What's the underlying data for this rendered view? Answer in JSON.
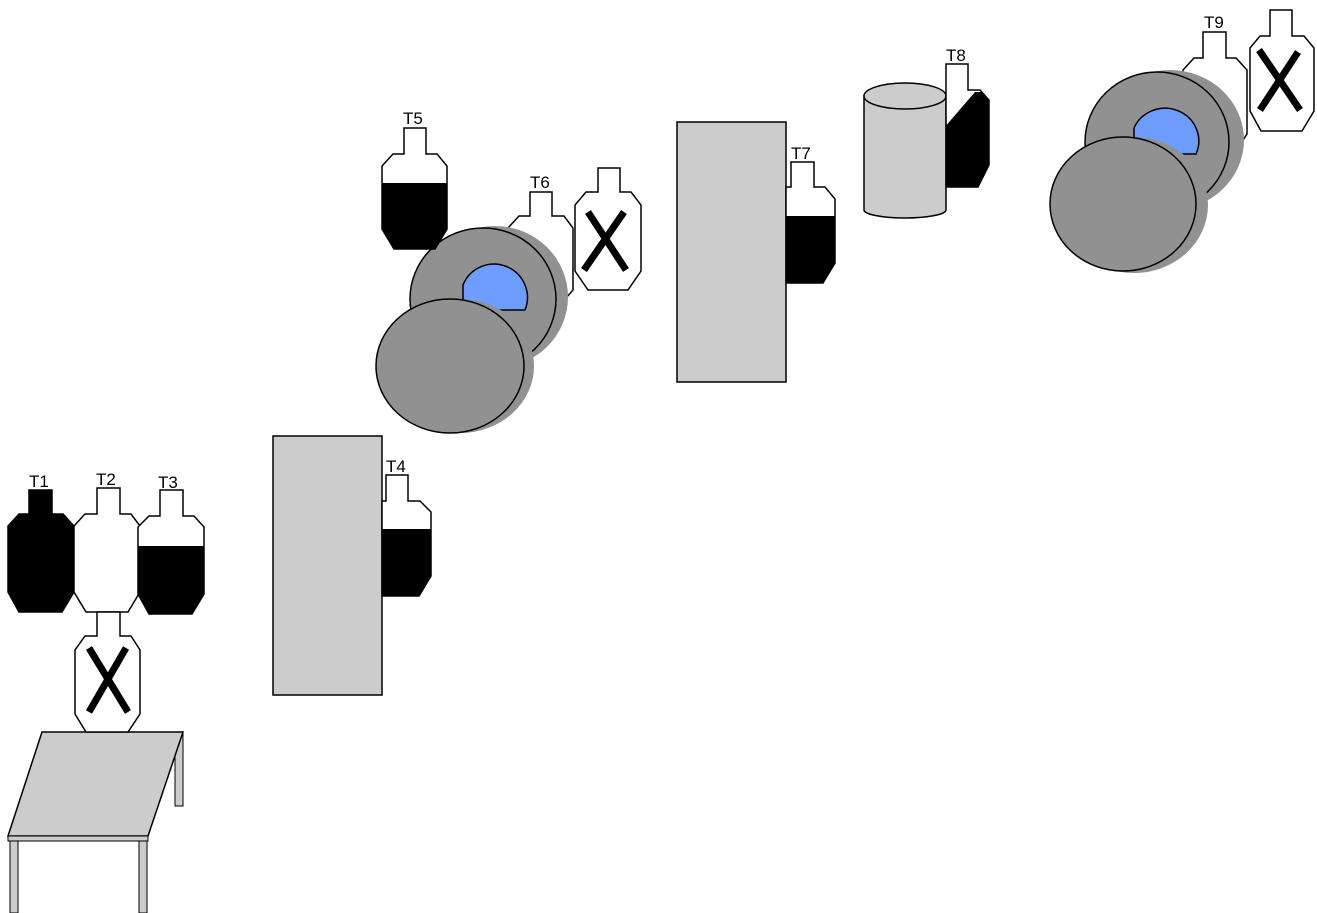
{
  "stage": {
    "labels": {
      "t1": "T1",
      "t2": "T2",
      "t3": "T3",
      "t4": "T4",
      "t5": "T5",
      "t6": "T6",
      "t7": "T7",
      "t8": "T8",
      "t9": "T9"
    }
  },
  "colors": {
    "barricade": "#cccccc",
    "drum": "#919191",
    "swinger_accent": "#6d9eff",
    "target_fill": "#000000",
    "outline": "#000000"
  }
}
